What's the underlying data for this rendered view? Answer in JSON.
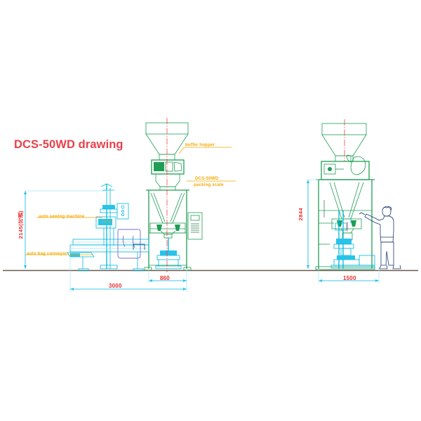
{
  "drawing": {
    "title": "DCS-50WD drawing",
    "title_color": "#e8414a",
    "background": "#ffffff",
    "ground_line_color": "#6b5a4b",
    "machine_color": "#1f9d55",
    "secondary_color": "#00b7e0",
    "dimension_color": "#ee2b2b",
    "callout_color": "#f2a900",
    "figure_color": "#1b3a6b",
    "bag_color": "#7b68c8"
  },
  "callouts": [
    {
      "id": "auto-sewing-machine",
      "text": "auto sewing machine"
    },
    {
      "id": "auto-bag-conveyor",
      "text": "auto bag conveyor"
    },
    {
      "id": "buffer-hopper",
      "text": "buffer hopper"
    },
    {
      "id": "packing-scale-l1",
      "text": "DCS-50WD"
    },
    {
      "id": "packing-scale-l2",
      "text": "packing scale"
    }
  ],
  "dimensions": {
    "overall_length": "3000",
    "scale_width": "860",
    "side_width": "1500",
    "sewing_height": "2145(可调)",
    "machine_height": "2844"
  },
  "views": {
    "front": {
      "name": "front-elevation"
    },
    "side": {
      "name": "side-elevation"
    }
  }
}
